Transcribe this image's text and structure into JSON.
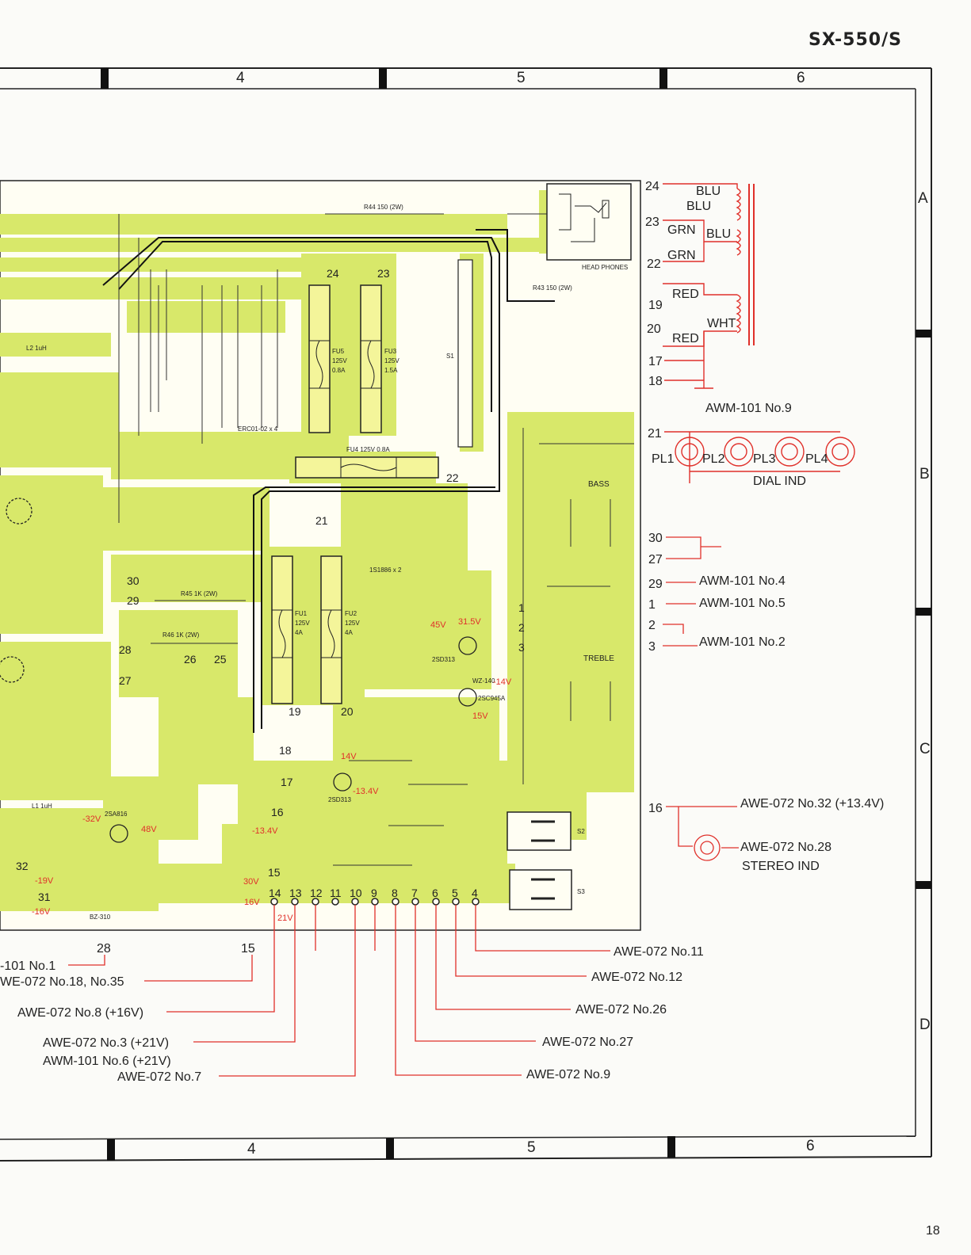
{
  "header": {
    "model": "SX-550/S",
    "page_number": "18"
  },
  "grid": {
    "columns_top": [
      "4",
      "5",
      "6"
    ],
    "columns_bottom": [
      "4",
      "5",
      "6"
    ],
    "rows": [
      "A",
      "B",
      "C",
      "D"
    ]
  },
  "board": {
    "headphones_label": "HEAD PHONES",
    "r44": "R44 150 (2W)",
    "r43": "R43 150 (2W)",
    "r45": "R45 1K (2W)",
    "r46": "R46 1K (2W)",
    "fu5": [
      "FU5",
      "125V",
      "0.8A"
    ],
    "fu3": [
      "FU3",
      "125V",
      "1.5A"
    ],
    "fu4": "FU4   125V  0.8A",
    "fu1": [
      "FU1",
      "125V",
      "4A"
    ],
    "fu2": [
      "FU2",
      "125V",
      "4A"
    ],
    "s1": "S1",
    "s2": "S2",
    "s3": "S3",
    "erc": "ERC01-02 x 4",
    "bass": "BASS",
    "treble": "TREBLE",
    "q13": "2SD313",
    "q15": "2SD313",
    "q14": "2SC945A",
    "q16": "2SA816",
    "d15": "WZ-140",
    "d17": "BZ-310",
    "diode_pack": "1S1886 x 2",
    "l1": "L1 1uH",
    "l2": "L2 1uH",
    "red_voltages": [
      "45V",
      "31.5V",
      "-14V",
      "15V",
      "14V",
      "-13.4V",
      "-13.4V",
      "-32V",
      "48V",
      "30V",
      "16V",
      "21V",
      "-19V",
      "-16V"
    ],
    "pads": [
      "24",
      "23",
      "22",
      "21",
      "19",
      "20",
      "18",
      "17",
      "16",
      "15",
      "14",
      "13",
      "12",
      "11",
      "10",
      "9",
      "8",
      "7",
      "6",
      "5",
      "4",
      "1",
      "2",
      "3",
      "30",
      "29",
      "28",
      "27",
      "26",
      "25",
      "32",
      "31"
    ]
  },
  "transformer": {
    "pins": [
      "24",
      "23",
      "22",
      "19",
      "20",
      "17",
      "18"
    ],
    "wires": [
      "BLU",
      "BLU",
      "GRN",
      "BLU",
      "GRN",
      "RED",
      "WHT",
      "RED"
    ],
    "ground_ref": "AWM-101 No.9"
  },
  "dial": {
    "pin": "21",
    "lamps": [
      "PL1",
      "PL2",
      "PL3",
      "PL4"
    ],
    "caption": "DIAL IND"
  },
  "right_connections": [
    {
      "pin": "30",
      "target": ""
    },
    {
      "pin": "27",
      "target": ""
    },
    {
      "pin": "29",
      "target": "AWM-101 No.4"
    },
    {
      "pin": "1",
      "target": "AWM-101 No.5"
    },
    {
      "pin": "2",
      "target": ""
    },
    {
      "pin": "3",
      "target": "AWM-101 No.2"
    }
  ],
  "stereo": {
    "pin": "16",
    "target1": "AWE-072 No.32 (+13.4V)",
    "target2": "AWE-072 No.28",
    "caption": "STEREO IND"
  },
  "bottom_connections": {
    "pin28": "28",
    "pin15": "15",
    "left": [
      "-101 No.1",
      "WE-072 No.18, No.35",
      "AWE-072 No.8 (+16V)",
      "AWE-072 No.3 (+21V)",
      "AWM-101 No.6 (+21V)",
      "AWE-072 No.7"
    ],
    "right": [
      "AWE-072 No.11",
      "AWE-072 No.12",
      "AWE-072 No.26",
      "AWE-072 No.27",
      "AWE-072 No.9"
    ]
  }
}
